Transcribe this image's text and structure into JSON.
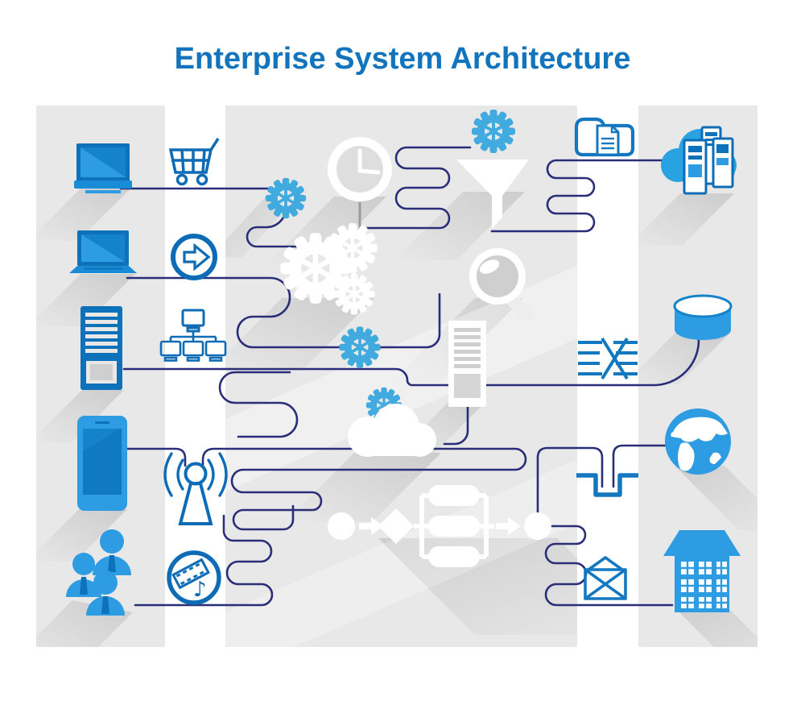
{
  "title": "Enterprise System Architecture",
  "glyphs": {
    "music_note": "♪"
  },
  "colors": {
    "title_blue": "#1274bc",
    "line_navy": "#2a2d78",
    "icon_outline": "#0d6cb5",
    "x_blue": "#1478c0",
    "gear_blue": "#41aadf",
    "flat_blue_dark": "#0d72ba",
    "flat_blue_mid": "#1583cb",
    "flat_blue_light": "#2d9ce2",
    "flat_blue_stand": "#1a8cd6",
    "band_gray": "#e8e8e8",
    "detail_gray": "#cfcfcf",
    "detail_gray2": "#9a9a9a",
    "white": "#ffffff"
  },
  "components": {
    "left_column": [
      "desktop-monitor",
      "laptop",
      "server-tower",
      "smartphone",
      "user-group"
    ],
    "connector_column_left": [
      "shopping-cart",
      "arrow-circle",
      "network-topology",
      "radio-antenna",
      "media-film-music"
    ],
    "center": [
      "gear-blue-small",
      "gear-blue-top",
      "gear-blue-mid",
      "white-gear-cluster",
      "clock",
      "funnel-filter",
      "magnifier",
      "rack-list-server",
      "cloud-with-gear",
      "process-flowchart"
    ],
    "connector_column_right": [
      "document-folder",
      "data-switch",
      "pipeline-bracket",
      "envelope-mail"
    ],
    "right_column": [
      "cloud-servers",
      "database-cylinder",
      "globe",
      "office-building"
    ]
  }
}
